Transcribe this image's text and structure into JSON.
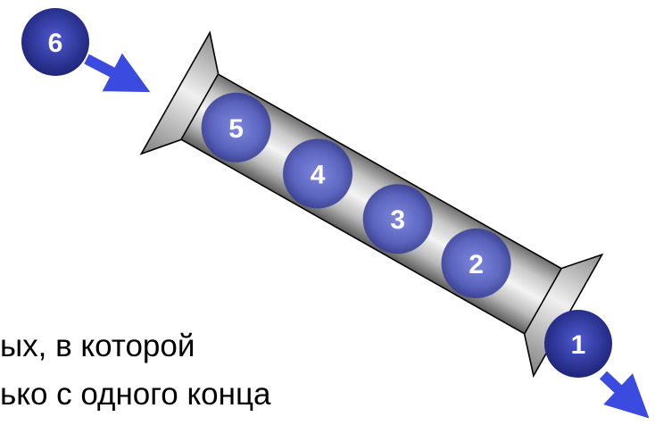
{
  "caption": {
    "line1": "ых, в которой",
    "line2": "ько с одного конца"
  },
  "balls": {
    "in_queue": [
      "5",
      "4",
      "3",
      "2"
    ],
    "entering": "6",
    "leaving": "1"
  },
  "colors": {
    "ball": "#4a54b8",
    "arrow": "#3b4be0",
    "tube_edge": "#000000",
    "metal_light": "#f2f2f2",
    "metal_dark": "#7a7a7a"
  }
}
